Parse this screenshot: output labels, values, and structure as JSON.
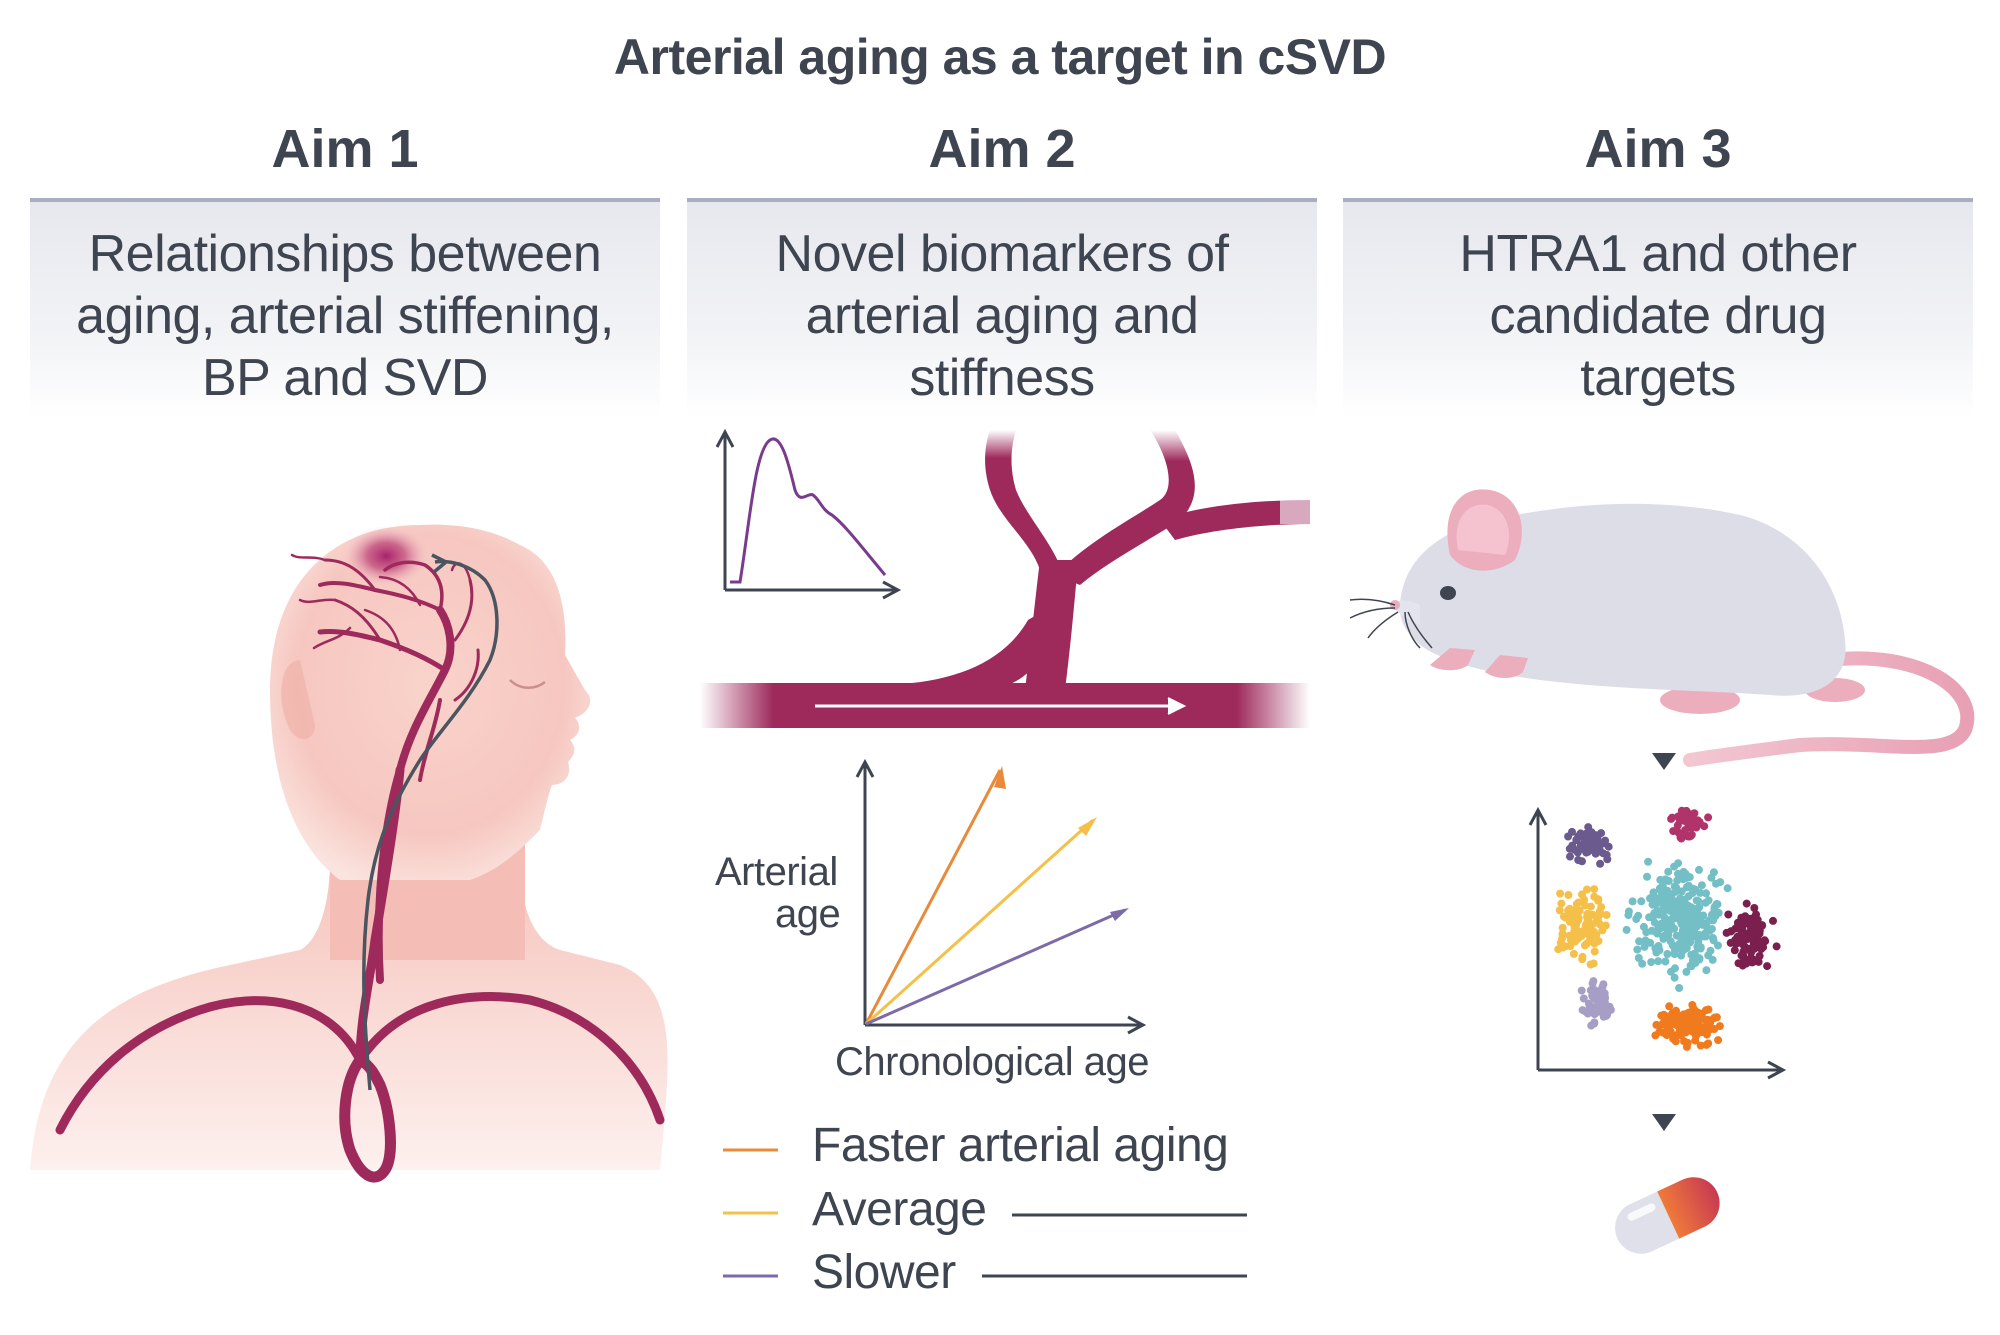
{
  "title": "Arterial aging as a target in cSVD",
  "aims": [
    {
      "label": "Aim 1",
      "lines": [
        "Relationships between",
        "aging, arterial stiffening,",
        "BP and SVD"
      ]
    },
    {
      "label": "Aim 2",
      "lines": [
        "Novel biomarkers of",
        "arterial aging and",
        "stiffness"
      ]
    },
    {
      "label": "Aim 3",
      "lines": [
        "HTRA1 and other",
        "candidate drug",
        "targets"
      ]
    }
  ],
  "aging_chart": {
    "ylabel_line1": "Arterial",
    "ylabel_line2": "age",
    "xlabel": "Chronological age"
  },
  "legend": [
    {
      "label": "Faster arterial aging",
      "color": "#e98a3a"
    },
    {
      "label": "Average",
      "color": "#f5c04a"
    },
    {
      "label": "Slower",
      "color": "#7d6aa8"
    }
  ],
  "colors": {
    "artery": "#9e2a5c",
    "skin": "#f5c9c2",
    "mouse_body": "#dddde8",
    "mouse_pink": "#ecaebd",
    "axis": "#3f4550",
    "header_border": "#a9adbf"
  },
  "icons": [
    "head-arteries-illustration",
    "pulse-wave-icon",
    "branching-artery-illustration",
    "mouse-illustration",
    "cluster-scatter-icon",
    "pill-capsule-icon",
    "down-arrow-icon"
  ]
}
